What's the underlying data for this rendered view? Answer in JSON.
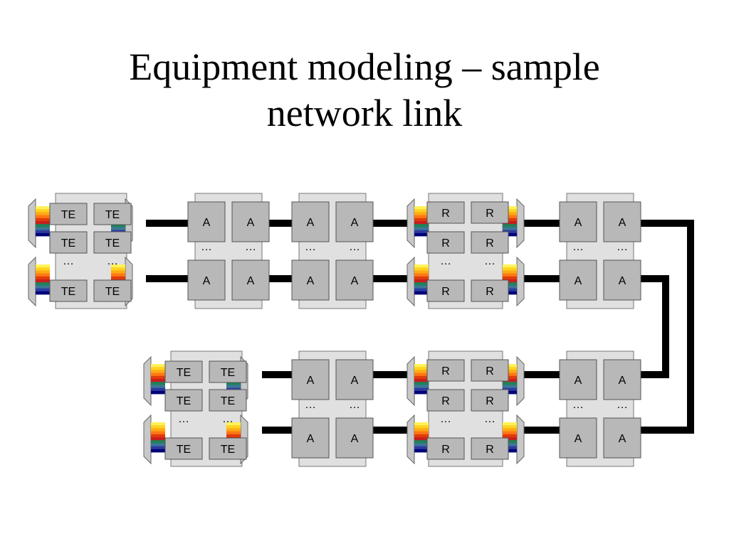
{
  "title": {
    "line1": "Equipment modeling – sample",
    "line2": "network link"
  },
  "labels": {
    "terminal": "TE",
    "amplifier": "A",
    "regenerator": "R",
    "ellipsis": "…"
  },
  "colors": {
    "chassis": "#e0e0e0",
    "card": "#b8b8b8",
    "connector": "#c8c8c8",
    "link": "#000000",
    "wavelengths": [
      "#fff25a",
      "#ffd21e",
      "#ffaa14",
      "#ff7814",
      "#e13c0a",
      "#c81e1e",
      "#1e825a",
      "#3c7896",
      "#2d3ca0",
      "#000078"
    ]
  },
  "diagram": {
    "sites": [
      {
        "kind": "terminal",
        "role": "west-terminal",
        "rows": 2
      },
      {
        "kind": "amplifier",
        "role": "line-amplifier",
        "rows": 2
      },
      {
        "kind": "amplifier",
        "role": "line-amplifier",
        "rows": 2
      },
      {
        "kind": "regenerator",
        "role": "regenerator-site",
        "rows": 2
      },
      {
        "kind": "amplifier",
        "role": "line-amplifier",
        "rows": 2
      },
      {
        "kind": "terminal",
        "role": "east-terminal",
        "rows": 2
      },
      {
        "kind": "amplifier",
        "role": "line-amplifier",
        "rows": 2
      },
      {
        "kind": "regenerator",
        "role": "regenerator-site",
        "rows": 2
      },
      {
        "kind": "amplifier",
        "role": "line-amplifier",
        "rows": 2
      }
    ]
  }
}
